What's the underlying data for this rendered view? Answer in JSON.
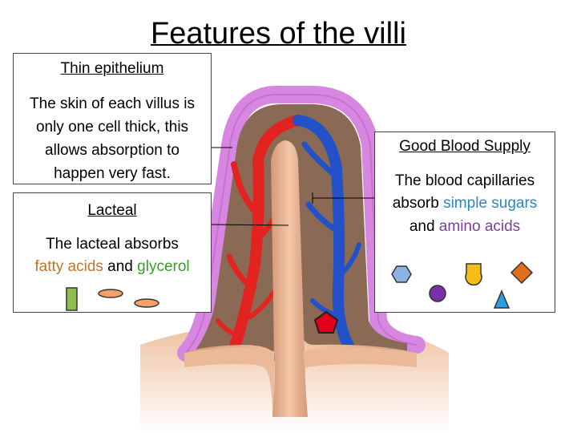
{
  "title": "Features of the villi",
  "thin_epithelium": {
    "heading": "Thin epithelium",
    "lines": [
      "The skin of each villus is",
      "only one cell thick, this",
      "allows absorption to",
      "happen very fast."
    ]
  },
  "lacteal": {
    "heading": "Lacteal",
    "line1": "The lacteal absorbs",
    "fatty_acids": "fatty acids",
    "and": " and ",
    "glycerol": "glycerol"
  },
  "blood_supply": {
    "heading": "Good Blood Supply",
    "line1": "The blood capillaries",
    "absorb": "absorb ",
    "simple_sugars": "simple sugars",
    "and": "and ",
    "amino_acids": "amino acids"
  },
  "colors": {
    "fatty_acids": "#c0742a",
    "glycerol": "#3a9a2a",
    "simple_sugars": "#2e86c1",
    "amino_acids": "#7b3f9e",
    "blood_red": "#e2231f",
    "blood_blue": "#2251c8",
    "villus_brown": "#8a6a55",
    "lacteal_tan": "#e9b796",
    "cell_border": "#d787e0"
  },
  "icons": {
    "glycerol_shape": "green-rectangle-icon",
    "fatty_acid_shape": "orange-oval-icon",
    "sugar_shapes": [
      "blue-hexagon-icon",
      "purple-circle-icon",
      "yellow-drop-icon",
      "blue-triangle-icon",
      "orange-diamond-icon"
    ],
    "amino_acid_shape": "red-pentagon-icon"
  }
}
